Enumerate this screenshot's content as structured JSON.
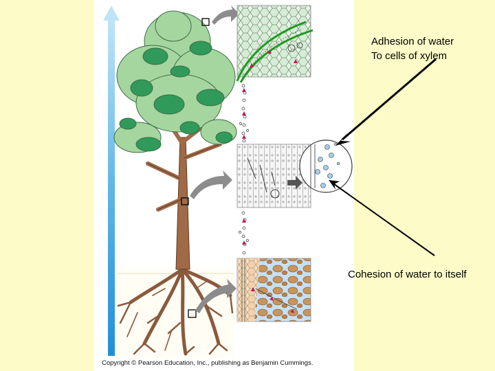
{
  "annotations": {
    "adhesion_line1": "Adhesion of water",
    "adhesion_line2": "To cells of xylem",
    "cohesion": "Cohesion of water to itself"
  },
  "copyright": "Copyright © Pearson Education, Inc., publishing as Benjamin Cummings.",
  "colors": {
    "background": "#fdfbc8",
    "panel": "#ffffff",
    "water_column_arrow": "#2e9ad8",
    "water_flow_arrows": "#c2185b",
    "leaf_light": "#a6d6a0",
    "leaf_dark": "#2f9a5a",
    "trunk": "#a06a47",
    "xylem_highlight": "#1e9a1e",
    "soil_cell": "#c8955a"
  },
  "icons": [
    "water-column-arrow-icon",
    "zoom-arrow-icon",
    "magnifier-circle-icon",
    "pointer-arrow-icon"
  ]
}
